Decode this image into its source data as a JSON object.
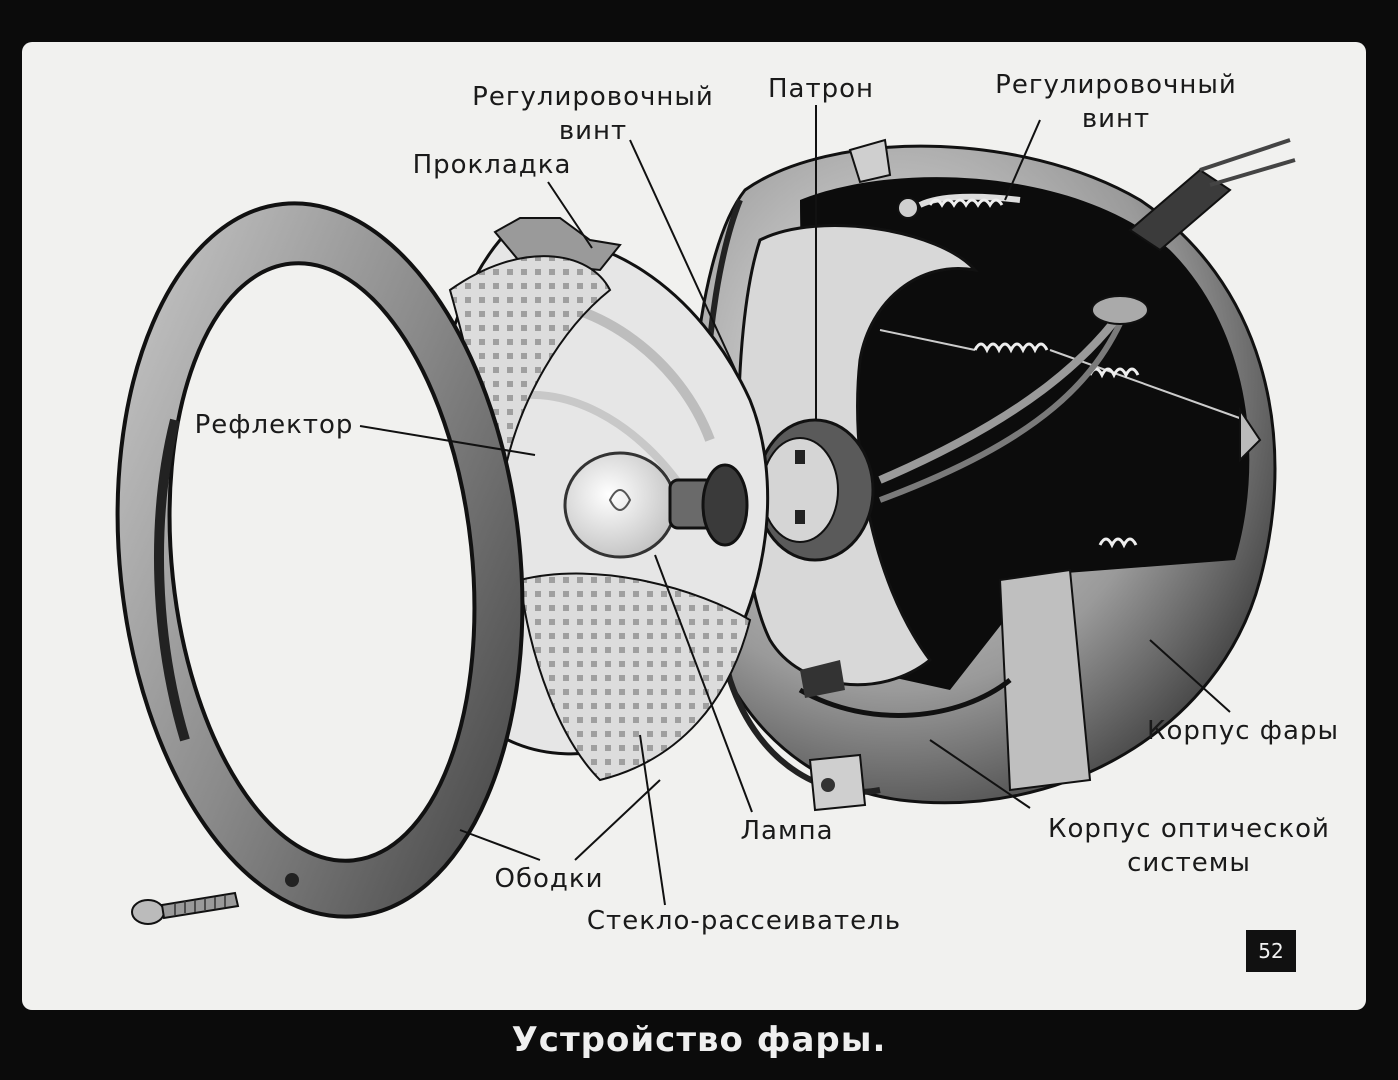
{
  "labels": {
    "adj_screw_left_1": "Регулировочный",
    "adj_screw_left_2": "винт",
    "socket": "Патрон",
    "adj_screw_right_1": "Регулировочный",
    "adj_screw_right_2": "винт",
    "gasket": "Прокладка",
    "reflector": "Рефлектор",
    "lamp": "Лампа",
    "housing": "Корпус фары",
    "optical_housing_1": "Корпус оптической",
    "optical_housing_2": "системы",
    "rims": "Ободки",
    "diffuser_glass": "Стекло-рассеиватель"
  },
  "page_number": "52",
  "caption": "Устройство фары."
}
